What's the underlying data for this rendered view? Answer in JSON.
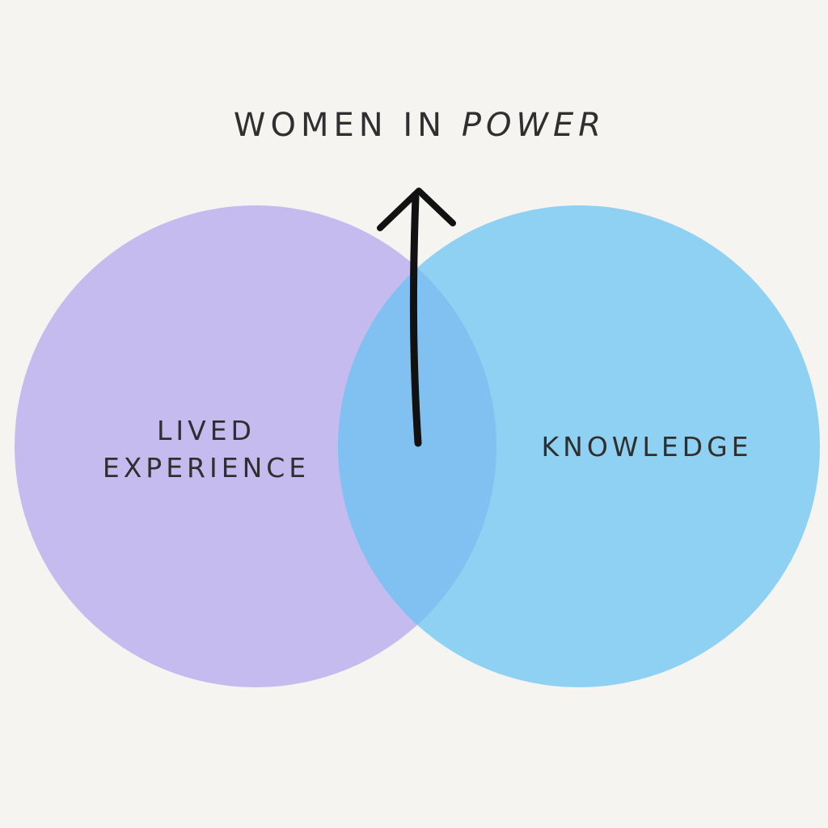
{
  "title": {
    "main": "WOMEN IN",
    "emphasis": "POWER"
  },
  "circles": {
    "left": {
      "line1": "LIVED",
      "line2": "EXPERIENCE",
      "color": "#c6bbef"
    },
    "right": {
      "label": "KNOWLEDGE",
      "color": "#8fd1f3"
    },
    "overlap_color": "#80c1f1"
  },
  "arrow": {
    "icon": "up-arrow-icon",
    "color": "#111111"
  },
  "background": "#f5f4f1"
}
